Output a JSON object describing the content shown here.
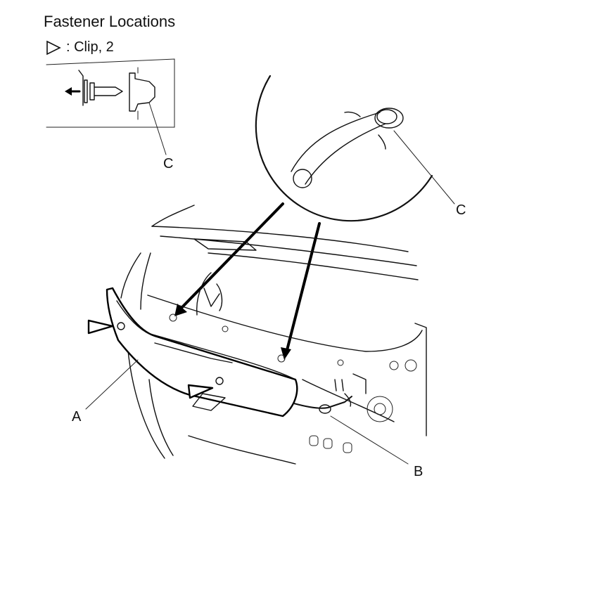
{
  "title": "Fastener Locations",
  "legend": {
    "symbol": "triangle-outline-icon",
    "text": ": Clip, 2"
  },
  "callouts": {
    "a": "A",
    "b": "B",
    "c_inset": "C",
    "c_detail": "C"
  },
  "colors": {
    "line": "#000000",
    "background": "#ffffff"
  }
}
